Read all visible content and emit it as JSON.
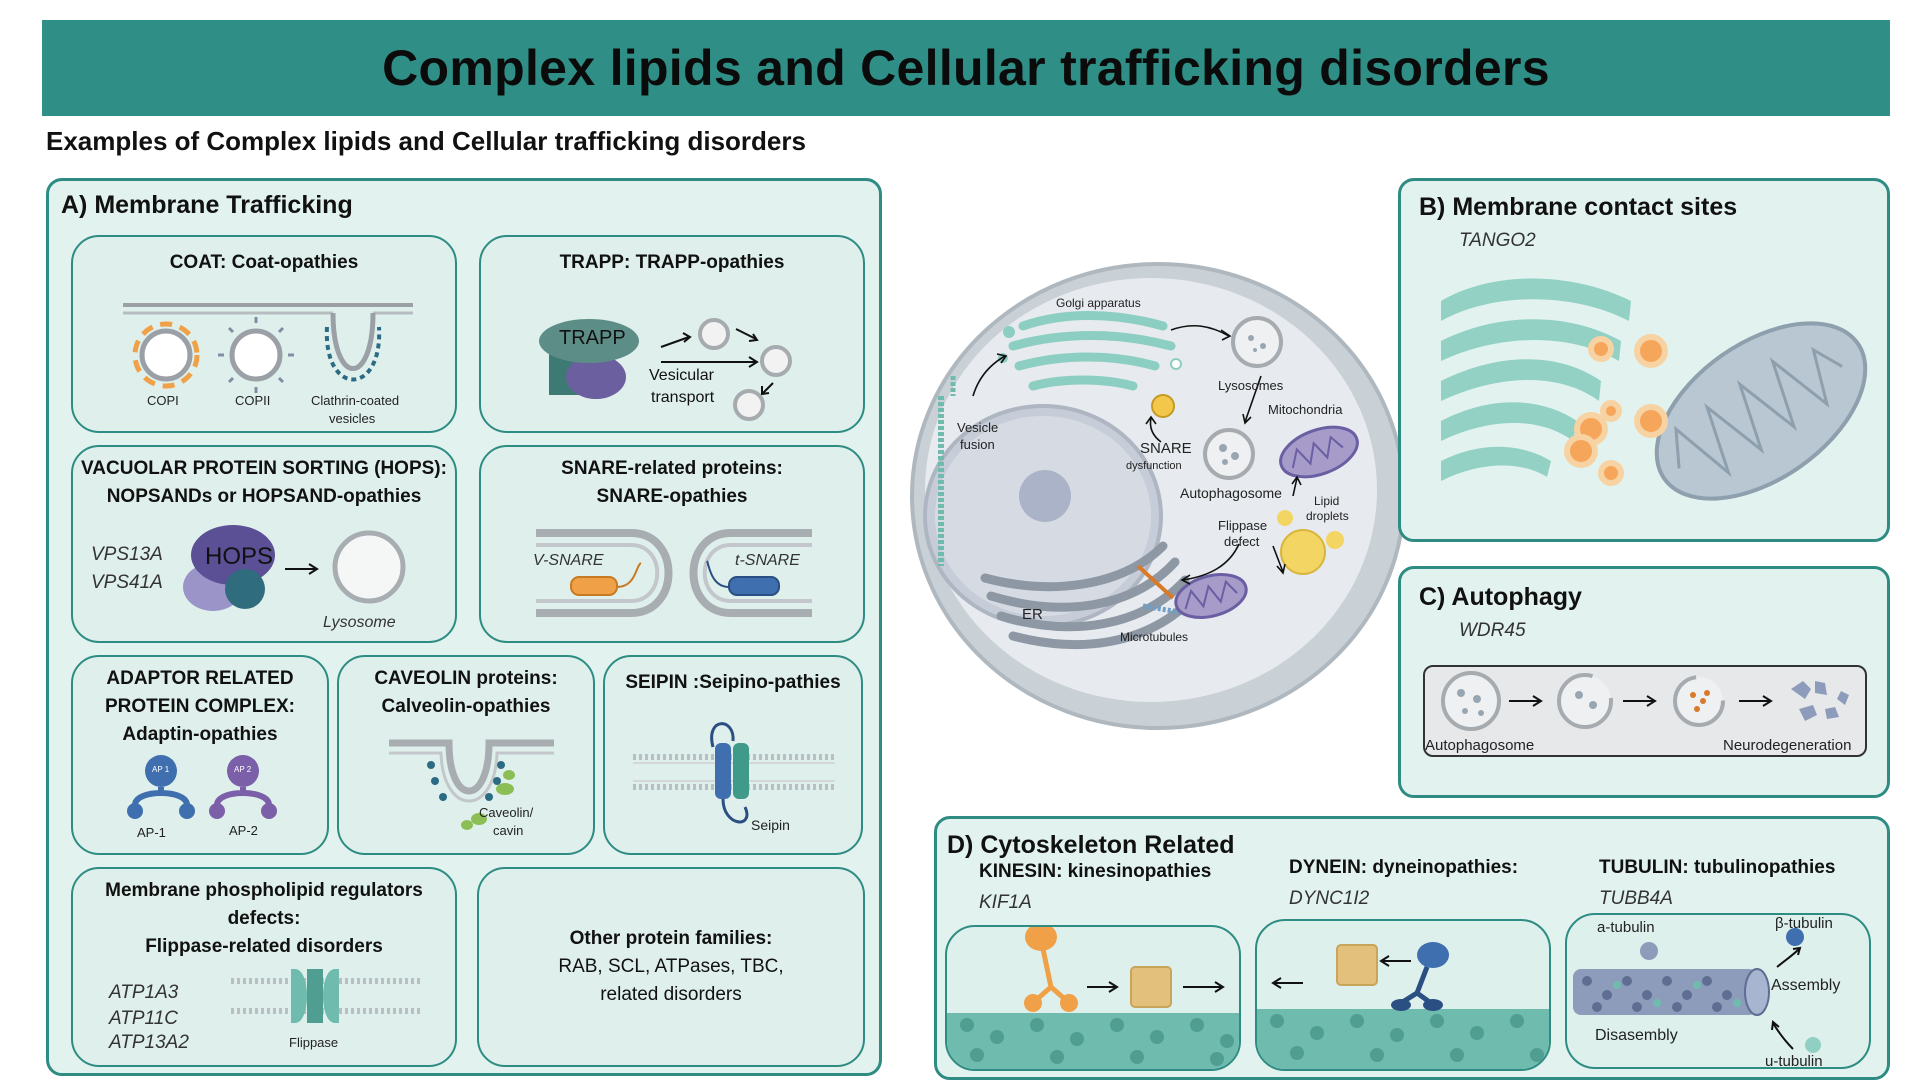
{
  "header": {
    "title": "Complex lipids and Cellular trafficking disorders"
  },
  "subtitle": "Examples of Complex lipids and Cellular trafficking disorders",
  "panel_a": {
    "title": "A) Membrane Trafficking",
    "coat": {
      "title": "COAT: Coat-opathies",
      "labels": [
        "COPI",
        "COPII",
        "Clathrin-coated",
        "vesicles"
      ]
    },
    "trapp": {
      "title": "TRAPP: TRAPP-opathies",
      "protein": "TRAPP",
      "label1": "Vesicular",
      "label2": "transport"
    },
    "hops": {
      "title1": "VACUOLAR PROTEIN SORTING (HOPS):",
      "title2": "NOPSANDs or HOPSAND-opathies",
      "genes": [
        "VPS13A",
        "VPS41A"
      ],
      "protein": "HOPS",
      "lysosome": "Lysosome"
    },
    "snare": {
      "title1": "SNARE-related proteins:",
      "title2": "SNARE-opathies",
      "v": "V-SNARE",
      "t": "t-SNARE"
    },
    "adaptor": {
      "title1": "ADAPTOR RELATED",
      "title2": "PROTEIN COMPLEX:",
      "title3": "Adaptin-opathies",
      "ap1": "AP-1",
      "ap2": "AP-2",
      "ap1_mark": "AP 1",
      "ap2_mark": "AP 2"
    },
    "caveolin": {
      "title1": "CAVEOLIN proteins:",
      "title2": "Calveolin-opathies",
      "label1": "Caveolin/",
      "label2": "cavin"
    },
    "seipin": {
      "title": "SEIPIN :Seipino-pathies",
      "label": "Seipin"
    },
    "phospho": {
      "title1": "Membrane phospholipid regulators",
      "title2": "defects:",
      "title3": "Flippase-related disorders",
      "genes": [
        "ATP1A3",
        "ATP11C",
        "ATP13A2"
      ],
      "label": "Flippase"
    },
    "other": {
      "title": "Other protein families:",
      "line1": "RAB, SCL, ATPases, TBC,",
      "line2": "related disorders"
    }
  },
  "cell": {
    "golgi": "Golgi apparatus",
    "lysosomes": "Lysosomes",
    "mitochondria": "Mitochondria",
    "vesicle1": "Vesicle",
    "vesicle2": "fusion",
    "snare1": "SNARE",
    "snare2": "dysfunction",
    "autophagosome": "Autophagosome",
    "lipid1": "Lipid",
    "lipid2": "droplets",
    "flippase1": "Flippase",
    "flippase2": "defect",
    "er": "ER",
    "microtubules": "Microtubules"
  },
  "panel_b": {
    "title": "B) Membrane contact sites",
    "gene": "TANGO2"
  },
  "panel_c": {
    "title": "C) Autophagy",
    "gene": "WDR45",
    "left": "Autophagosome",
    "right": "Neurodegeneration"
  },
  "panel_d": {
    "title": "D) Cytoskeleton Related",
    "kinesin": {
      "title": "KINESIN: kinesinopathies",
      "gene": "KIF1A"
    },
    "dynein": {
      "title": "DYNEIN: dyneinopathies:",
      "gene": "DYNC1I2"
    },
    "tubulin": {
      "title": "TUBULIN: tubulinopathies",
      "gene": "TUBB4A",
      "a": "a-tubulin",
      "b": "β-tubulin",
      "assembly": "Assembly",
      "disassembly": "Disasembly",
      "u": "u-tubulin"
    }
  },
  "colors": {
    "teal": "#2f8f86",
    "panel_bg": "#e2f3ef",
    "orange": "#f0a046",
    "purple": "#6a5fa3",
    "blue": "#3f6fae"
  }
}
